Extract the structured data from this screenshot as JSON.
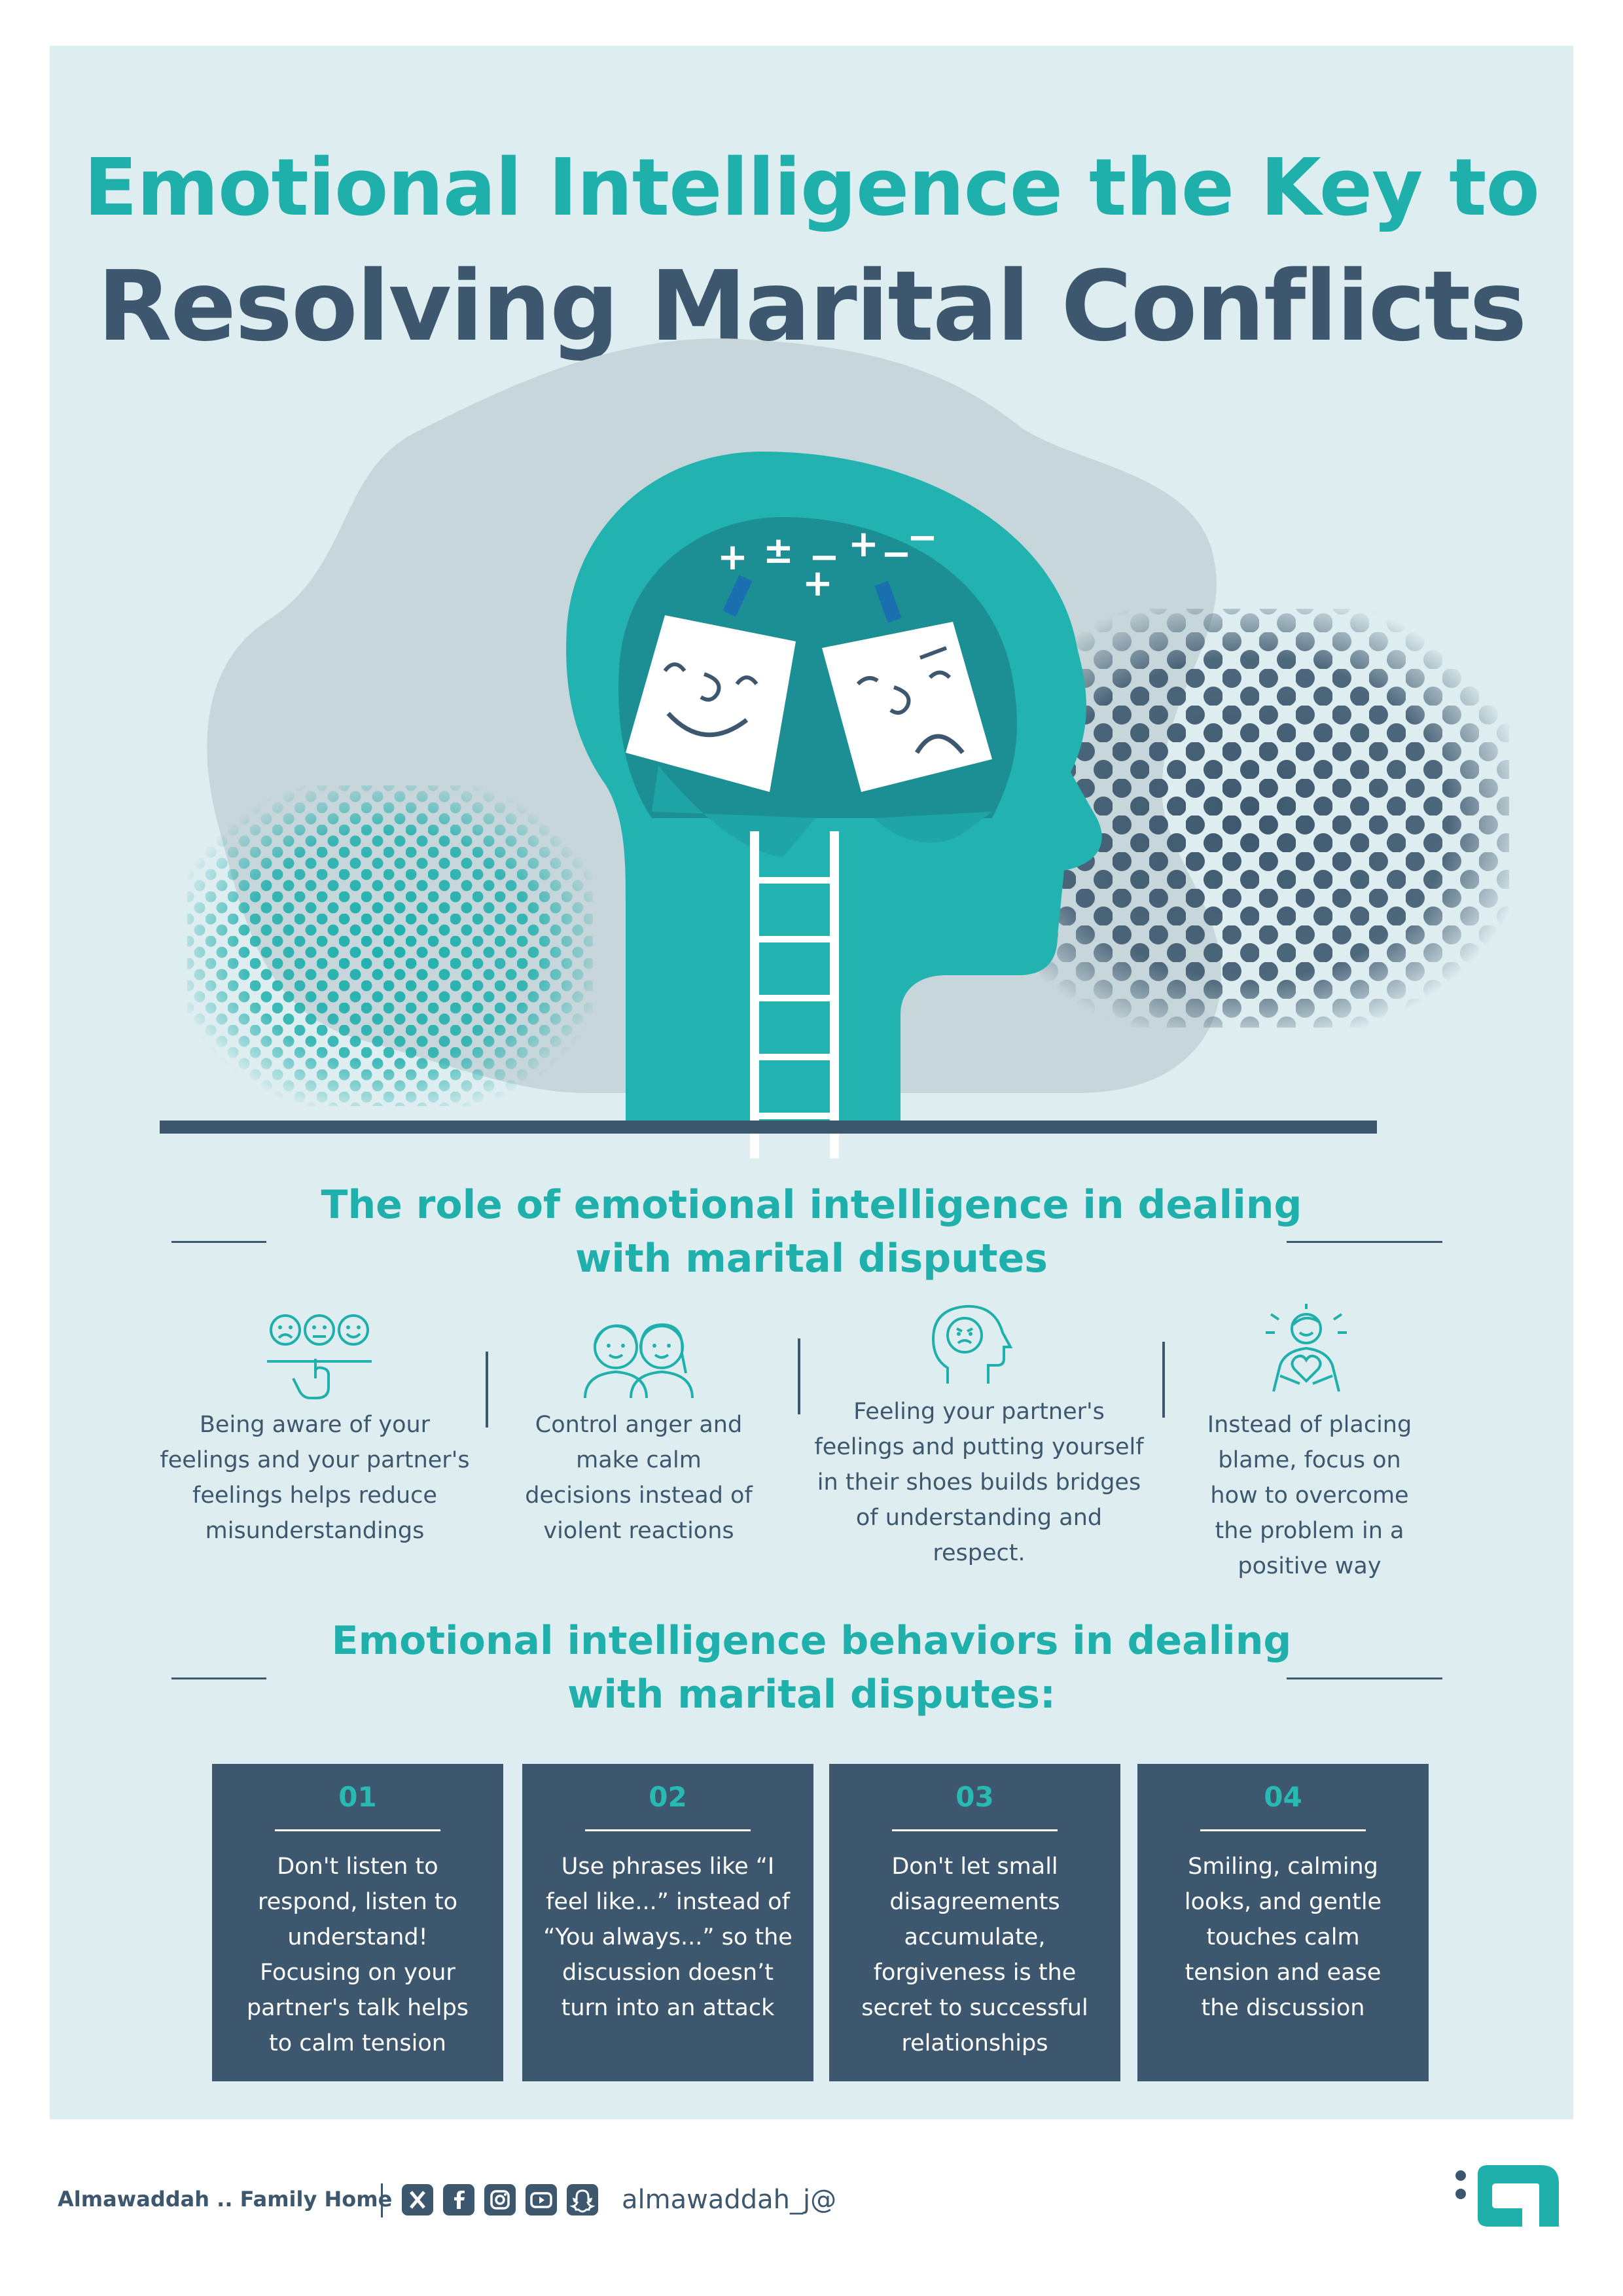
{
  "title": {
    "line1": "Emotional Intelligence the Key to",
    "line2": "Resolving Marital Conflicts"
  },
  "colors": {
    "teal": "#1fb0ac",
    "dark_blue": "#3d586e",
    "panel_bg": "#deedf0",
    "blob": "#c7d6da"
  },
  "illustration": {
    "symbols": [
      "+",
      "±",
      "−",
      "+",
      "−",
      "+",
      "−"
    ]
  },
  "section_role": {
    "title_line1": "The role of emotional intelligence in dealing",
    "title_line2": "with marital disputes",
    "items": [
      {
        "icon": "emotion-scale-icon",
        "lines": [
          "Being aware of your",
          "feelings and your partner's",
          "feelings helps reduce",
          "misunderstandings"
        ]
      },
      {
        "icon": "couple-icon",
        "lines": [
          "Control anger and",
          "make calm",
          "decisions instead of",
          "violent reactions"
        ]
      },
      {
        "icon": "angry-head-icon",
        "lines": [
          "Feeling your partner's",
          "feelings and putting yourself",
          "in their shoes builds bridges",
          "of understanding and",
          "respect."
        ]
      },
      {
        "icon": "person-heart-icon",
        "lines": [
          "Instead of placing",
          "blame, focus on",
          "how to overcome",
          "the problem in a",
          "positive way"
        ]
      }
    ]
  },
  "section_behaviors": {
    "title_line1": "Emotional intelligence behaviors in dealing",
    "title_line2": "with marital disputes:",
    "cards": [
      {
        "number": "01",
        "lines": [
          "Don't listen to",
          "respond, listen to",
          "understand!",
          "Focusing on your",
          "partner's talk helps",
          "to calm tension"
        ]
      },
      {
        "number": "02",
        "lines": [
          "Use phrases like “I",
          "feel like...” instead of",
          "“You always...” so the",
          "discussion doesn’t",
          "turn into an attack"
        ]
      },
      {
        "number": "03",
        "lines": [
          "Don't let small",
          "disagreements",
          "accumulate,",
          "forgiveness is the",
          "secret to successful",
          "relationships"
        ]
      },
      {
        "number": "04",
        "lines": [
          "Smiling, calming",
          "looks, and gentle",
          "touches calm",
          "tension and ease",
          "the discussion"
        ]
      }
    ]
  },
  "footer": {
    "brand": "Almawaddah .. Family Home",
    "social_icons": [
      "x-icon",
      "facebook-icon",
      "instagram-icon",
      "youtube-icon",
      "snapchat-icon"
    ],
    "handle": "almawaddah_j@"
  }
}
